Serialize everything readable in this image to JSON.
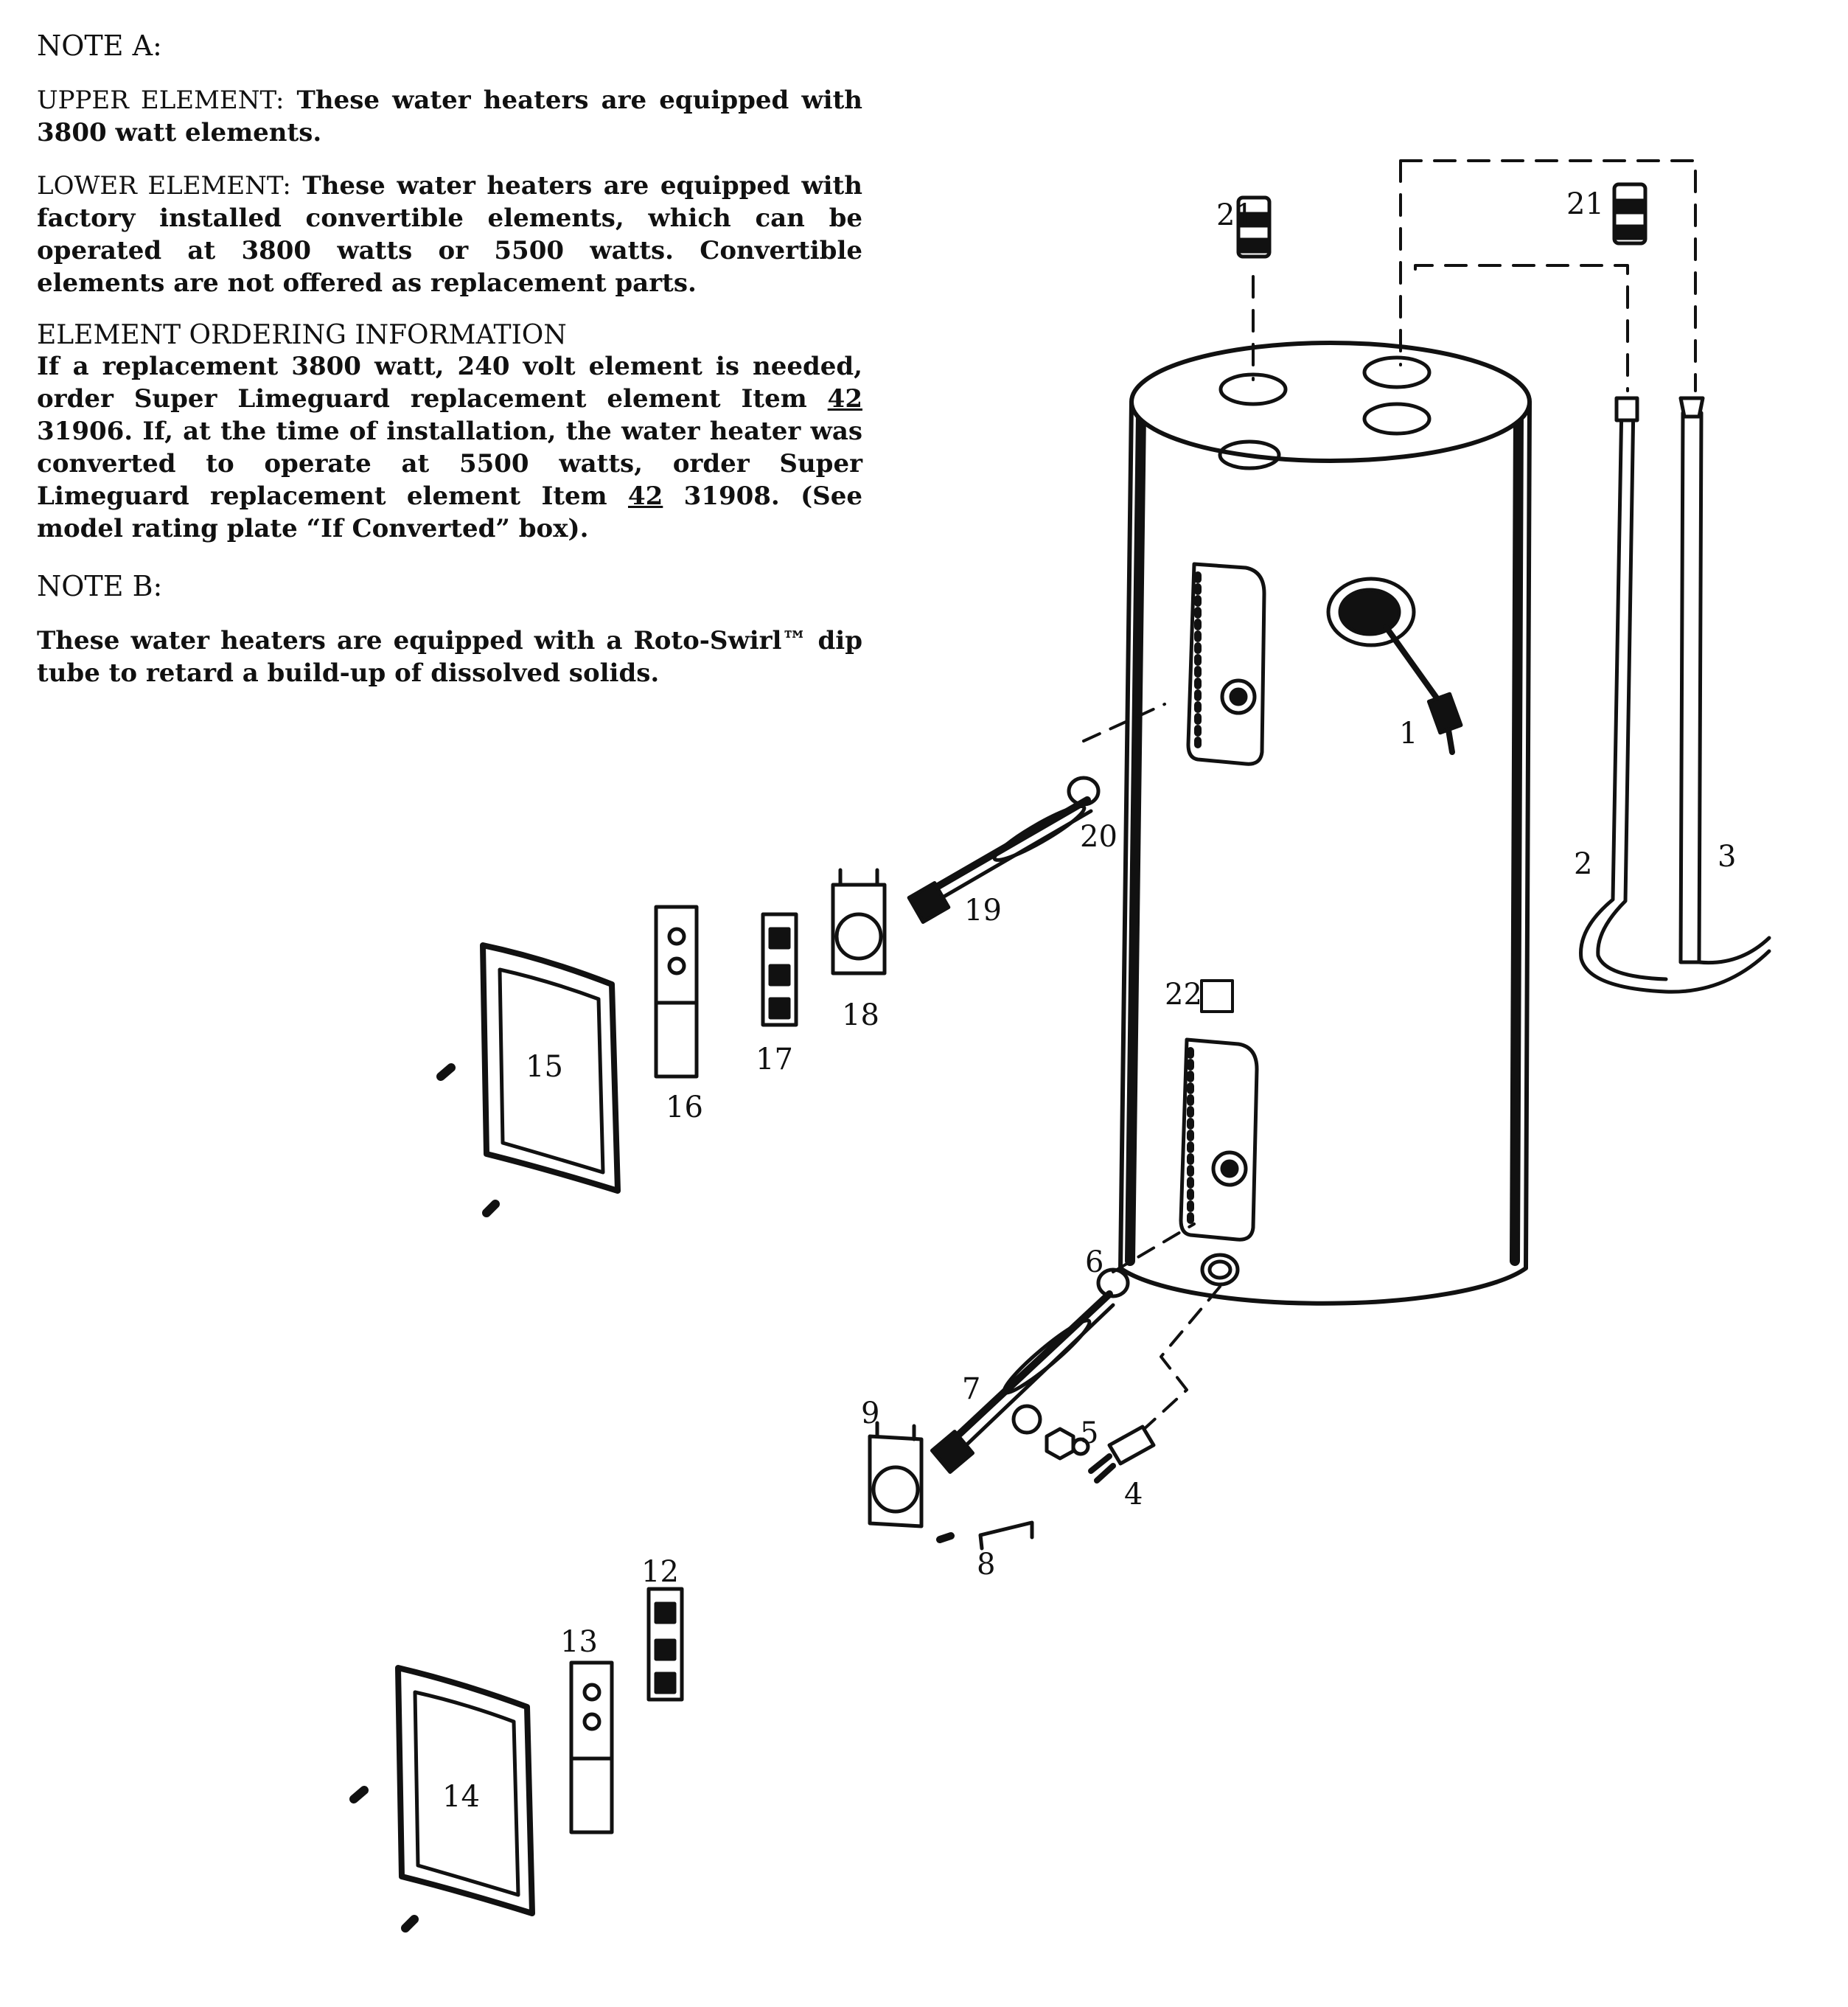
{
  "note_a": {
    "heading": "NOTE A:",
    "upper_lead": "UPPER ELEMENT:",
    "upper_text": "These water heaters are equipped with 3800 watt elements.",
    "lower_lead": "LOWER ELEMENT:",
    "lower_text": "These water heaters are equipped with factory installed convertible elements, which can be operated at 3800 watts or 5500 watts. Convertible elements are not offered as replacement parts.",
    "ordering_heading": "ELEMENT ORDERING INFORMATION",
    "ordering_text_1": "If a replacement 3800 watt, 240 volt element is needed, order Super Limeguard replacement element Item",
    "item_prefix_1": "42",
    "item_number_1": "31906.",
    "ordering_text_2": "If, at the time of installation, the water heater was converted to operate at 5500 watts, order Super Limeguard replacement element Item",
    "item_prefix_2": "42",
    "item_number_2": "31908.",
    "ordering_text_3": "(See model rating plate “If Converted” box)."
  },
  "note_b": {
    "heading": "NOTE B:",
    "text": "These water heaters are equipped with a Roto-Swirl™ dip tube to retard a build-up of dissolved solids."
  },
  "part_labels": {
    "p1": "1",
    "p2": "2",
    "p3": "3",
    "p4": "4",
    "p5": "5",
    "p6": "6",
    "p7": "7",
    "p8": "8",
    "p9": "9",
    "p12": "12",
    "p13": "13",
    "p14": "14",
    "p15": "15",
    "p16": "16",
    "p17": "17",
    "p18": "18",
    "p19": "19",
    "p20": "20",
    "p21a": "21",
    "p21b": "21",
    "p22": "22"
  }
}
